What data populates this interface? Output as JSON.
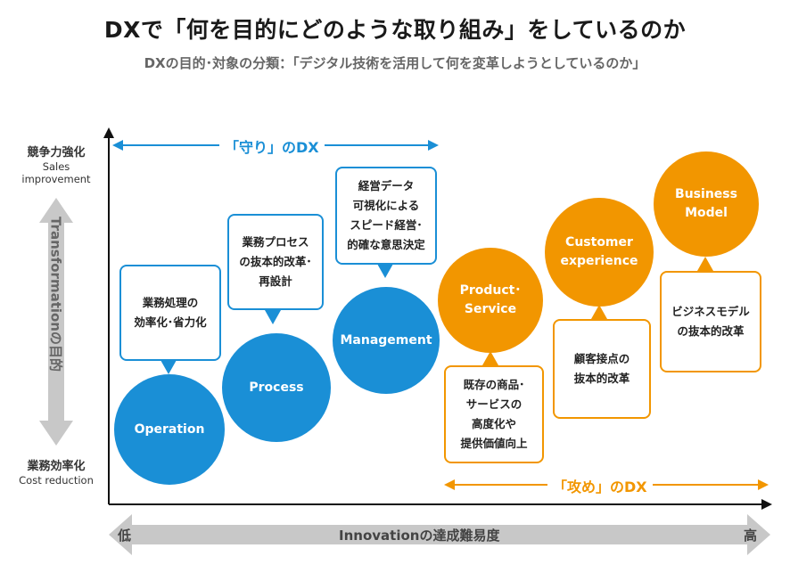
{
  "title": "DXで「何を目的にどのような取り組み」をしているのか",
  "subtitle": "DXの目的･対象の分類：「デジタル技術を活用して何を変革しようとしているのか」",
  "y_axis": {
    "top_jp": "競争力強化",
    "top_en": "Sales improvement",
    "bottom_jp": "業務効率化",
    "bottom_en": "Cost reduction",
    "label": "Transformationの目的"
  },
  "x_axis": {
    "label": "Innovationの達成難易度",
    "low": "低",
    "high": "高"
  },
  "mamori_label": "「守り」のDX",
  "seme_label": "「攻め」のDX",
  "colors": {
    "blue": "#1a8fd6",
    "orange": "#f29600",
    "gray": "#c8c8c8"
  },
  "items": [
    {
      "circle": "Operation",
      "box": "業務処理の\n効率化･省力化"
    },
    {
      "circle": "Process",
      "box": "業務プロセス\nの抜本的改革･\n再設計"
    },
    {
      "circle": "Management",
      "box": "経営データ\n可視化による\nスピード経営･\n的確な意思決定"
    },
    {
      "circle": "Product･\nService",
      "box": "既存の商品･\nサービスの\n高度化や\n提供価値向上"
    },
    {
      "circle": "Customer\nexperience",
      "box": "顧客接点の\n抜本的改革"
    },
    {
      "circle": "Business\nModel",
      "box": "ビジネスモデル\nの抜本的改革"
    }
  ]
}
